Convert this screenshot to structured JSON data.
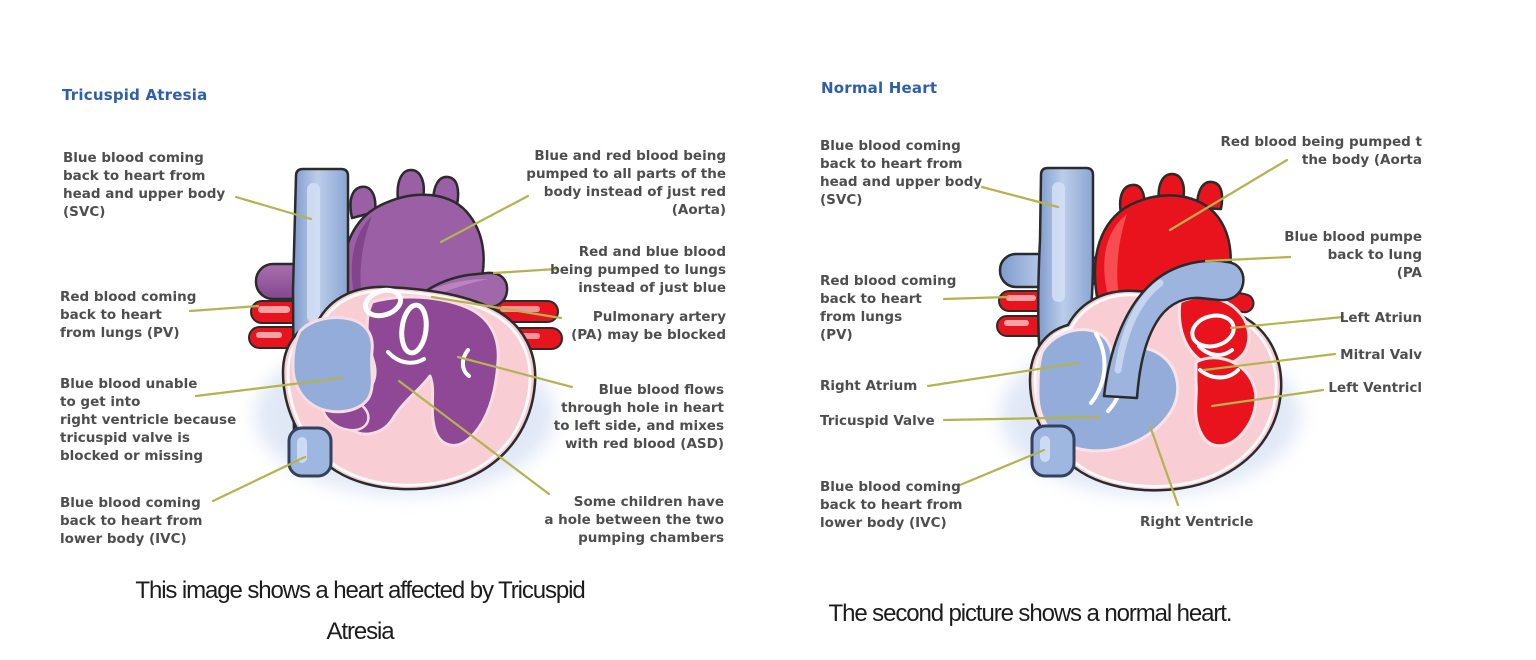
{
  "left_panel": {
    "title": "Tricuspid Atresia",
    "labels_left": [
      {
        "text": "Blue blood coming\nback to heart from\nhead and upper body\n(SVC)"
      },
      {
        "text": "Red blood coming\nback to heart\nfrom lungs (PV)"
      },
      {
        "text": "Blue blood unable\nto get into\nright ventricle because\ntricuspid valve is\nblocked or missing"
      },
      {
        "text": "Blue blood coming\nback to heart from\nlower body (IVC)"
      }
    ],
    "labels_right": [
      {
        "text": "Blue and red blood being\npumped to all parts of the\nbody instead of just red\n(Aorta)"
      },
      {
        "text": "Red and blue blood\nbeing pumped to lungs\ninstead of just blue"
      },
      {
        "text": "Pulmonary artery\n(PA) may be blocked"
      },
      {
        "text": "Blue blood flows\nthrough hole in heart\nto left side, and mixes\nwith red blood (ASD)"
      },
      {
        "text": "Some children have\na hole between the two\npumping chambers"
      }
    ],
    "caption": "This image shows a heart affected by Tricuspid\nAtresia"
  },
  "right_panel": {
    "title": "Normal Heart",
    "labels_left": [
      {
        "text": "Blue blood coming\nback to heart from\nhead and upper body\n(SVC)"
      },
      {
        "text": "Red blood coming\nback to heart\nfrom lungs\n(PV)"
      },
      {
        "text": "Right Atrium"
      },
      {
        "text": "Tricuspid Valve"
      },
      {
        "text": "Blue blood coming\nback to heart from\nlower body (IVC)"
      }
    ],
    "labels_right": [
      {
        "text": "Red blood being pumped t\nthe body (Aorta"
      },
      {
        "text": "Blue blood pumpe\nback to lung\n(PA"
      },
      {
        "text": "Left Atriun"
      },
      {
        "text": "Mitral Valv"
      },
      {
        "text": "Left Ventricl"
      }
    ],
    "label_bottom": "Right Ventricle",
    "caption": "The second picture shows a normal heart."
  },
  "colors": {
    "title_blue": "#2e5fac",
    "label_gray": "#4e4e4e",
    "leader_olive": "#b3b34f",
    "vein_blue": "#9db4de",
    "artery_red": "#e8131c",
    "mixed_purple": "#9a5fa5",
    "heart_pink": "#f8cdd3"
  }
}
